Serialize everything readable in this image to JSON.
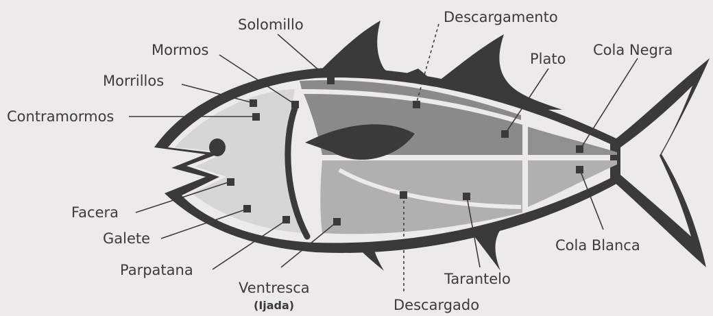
{
  "colors": {
    "background": "#ecebe9",
    "fish_outline": "#3a3a3a",
    "head": "#d6d6d6",
    "dorsal_cut": "#8a8a8a",
    "tail_cut": "#909090",
    "belly_cut": "#b0b0b0",
    "marker": "#3a3a3a",
    "text": "#3b3b3b"
  },
  "labels": {
    "solomillo": "Solomillo",
    "descargamento": "Descargamento",
    "mormos": "Mormos",
    "plato": "Plato",
    "cola_negra": "Cola Negra",
    "morrillos": "Morrillos",
    "contramormos": "Contramormos",
    "facera": "Facera",
    "galete": "Galete",
    "parpatana": "Parpatana",
    "ventresca": "Ventresca",
    "ventresca_sub": "(Ijada)",
    "tarantelo": "Tarantelo",
    "cola_blanca": "Cola Blanca",
    "descargado": "Descargado"
  },
  "icons": {
    "marker": "square-marker-icon",
    "eye": "fish-eye-icon"
  }
}
